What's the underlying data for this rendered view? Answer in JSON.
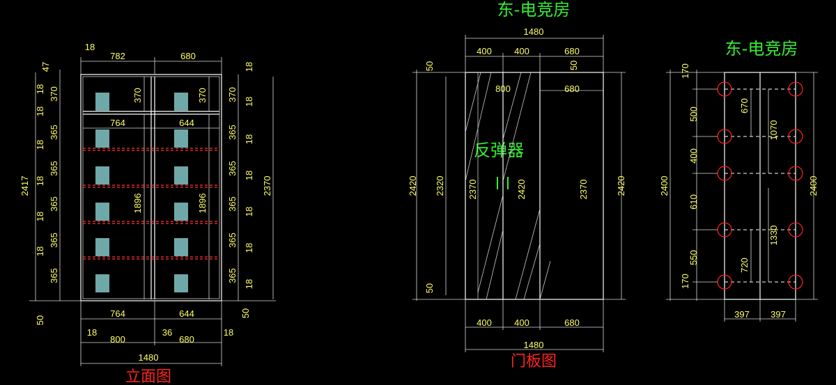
{
  "colors": {
    "background": "#000000",
    "dimension_text": "#ffff66",
    "title_green": "#33ee33",
    "title_red": "#ff2222",
    "lines": "#ffffff",
    "shelf_red": "#ff3333",
    "books": "#6fa8a8"
  },
  "titles": {
    "top_center": "东-电竞房",
    "right": "东-电竞房",
    "elevation": "立面图",
    "door_panel": "门板图",
    "rebound": "反弹器"
  },
  "elevation": {
    "top": {
      "t18": "18",
      "w782": "782",
      "w680": "680"
    },
    "left": [
      "47",
      "18",
      "370",
      "18",
      "365",
      "18",
      "365",
      "18",
      "365",
      "18",
      "365",
      "18",
      "365",
      "50"
    ],
    "total_height": "2417",
    "right": [
      "18",
      "370",
      "18",
      "365",
      "18",
      "365",
      "18",
      "365",
      "18",
      "365",
      "18",
      "365",
      "18",
      "50"
    ],
    "right_total": "2370",
    "inner": {
      "c370a": "370",
      "c370b": "370",
      "w764": "764",
      "w644": "644",
      "h1896a": "1896",
      "h1896b": "1896"
    },
    "bottom": {
      "w764": "764",
      "w644": "644",
      "t18a": "18",
      "t36": "36",
      "t18b": "18",
      "w800": "800",
      "w680": "680",
      "total": "1480"
    }
  },
  "door_panel": {
    "top_total": "1480",
    "top": [
      "400",
      "400",
      "680"
    ],
    "inner": {
      "w800": "800",
      "w680": "680",
      "t50": "50"
    },
    "left": {
      "t50a": "50",
      "h2420": "2420",
      "h2320": "2320",
      "t50b": "50"
    },
    "heights": {
      "h2370a": "2370",
      "h2420": "2420",
      "h2370b": "2370",
      "right2420": "2420"
    },
    "bottom": [
      "400",
      "400",
      "680"
    ],
    "bottom_total": "1480"
  },
  "side_panel": {
    "left": [
      "170",
      "500",
      "400",
      "610",
      "550",
      "170"
    ],
    "total_left": "2400",
    "total_right": "2400",
    "inner": {
      "h670": "670",
      "h1070": "1070",
      "h1330": "1330",
      "h720": "720"
    },
    "bottom": [
      "397",
      "397"
    ]
  }
}
